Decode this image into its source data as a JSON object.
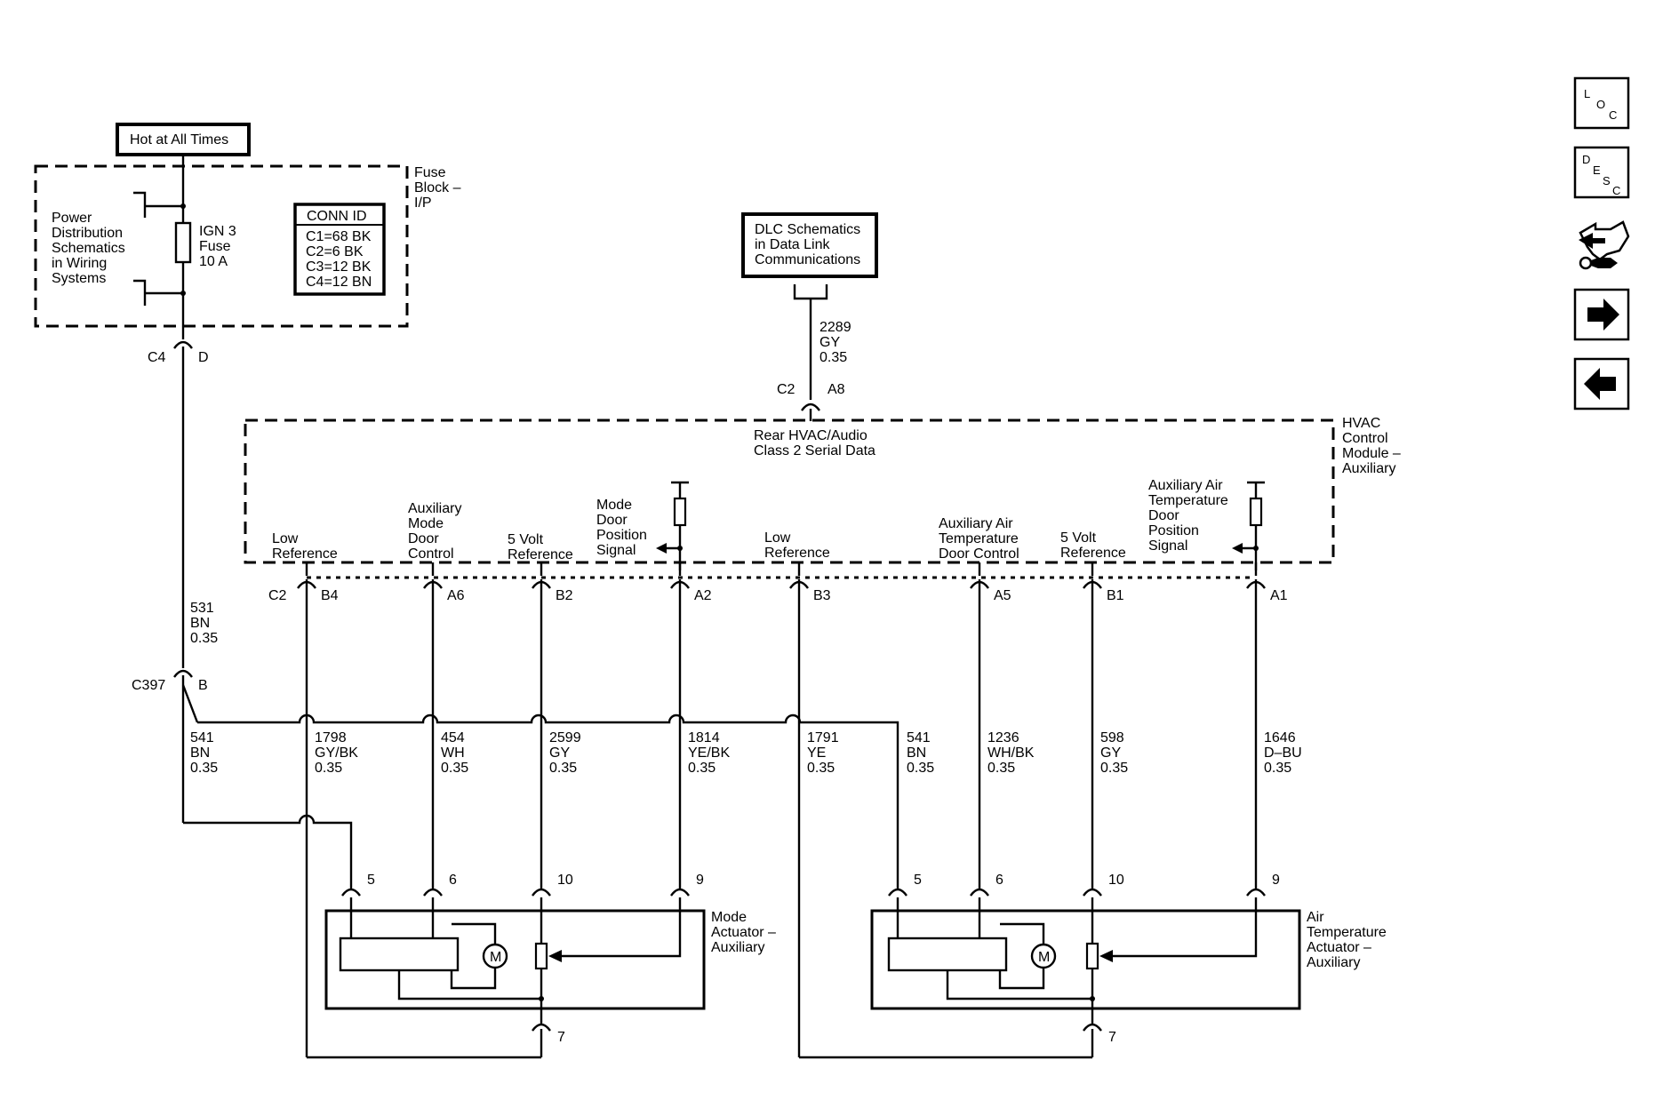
{
  "labels": {
    "hot_at_all_times": "Hot at All Times",
    "fuse_block": [
      "Fuse",
      "Block –",
      "I/P"
    ],
    "power_distribution": [
      "Power",
      "Distribution",
      "Schematics",
      "in Wiring",
      "Systems"
    ],
    "fuse": [
      "IGN 3",
      "Fuse",
      "10 A"
    ],
    "conn_id_title": "CONN ID",
    "conn_id_rows": [
      "C1=68 BK",
      "C2=6 BK",
      "C3=12 BK",
      "C4=12 BN"
    ],
    "dlc": [
      "DLC Schematics",
      "in Data Link",
      "Communications"
    ],
    "module_name": [
      "HVAC",
      "Control",
      "Module –",
      "Auxiliary"
    ],
    "serial_data": [
      "Rear HVAC/Audio",
      "Class 2 Serial Data"
    ],
    "mode_actuator": [
      "Mode",
      "Actuator –",
      "Auxiliary"
    ],
    "air_actuator": [
      "Air",
      "Temperature",
      "Actuator –",
      "Auxiliary"
    ],
    "motor": "M"
  },
  "connectors": {
    "c4": "C4",
    "c4_pin": "D",
    "c2_top": "C2",
    "c2_top_pin": "A8",
    "c2_bottom": "C2",
    "c397": "C397",
    "c397_pin": "B"
  },
  "circuits": {
    "dlc_wire": [
      "2289",
      "GY",
      "0.35"
    ],
    "wire_531": [
      "531",
      "BN",
      "0.35"
    ],
    "wire_541_left": [
      "541",
      "BN",
      "0.35"
    ],
    "wire_541_right": [
      "541",
      "BN",
      "0.35"
    ]
  },
  "signals": [
    {
      "pin": "B4",
      "label": [
        "Low",
        "Reference"
      ],
      "wire": [
        "1798",
        "GY/BK",
        "0.35"
      ]
    },
    {
      "pin": "A6",
      "label": [
        "Auxiliary",
        "Mode",
        "Door",
        "Control"
      ],
      "wire": [
        "454",
        "WH",
        "0.35"
      ]
    },
    {
      "pin": "B2",
      "label": [
        "5 Volt",
        "Reference"
      ],
      "wire": [
        "2599",
        "GY",
        "0.35"
      ]
    },
    {
      "pin": "A2",
      "label": [
        "Mode",
        "Door",
        "Position",
        "Signal"
      ],
      "wire": [
        "1814",
        "YE/BK",
        "0.35"
      ]
    },
    {
      "pin": "B3",
      "label": [
        "Low",
        "Reference"
      ],
      "wire": [
        "1791",
        "YE",
        "0.35"
      ]
    },
    {
      "pin": "A5",
      "label": [
        "Auxiliary Air",
        "Temperature",
        "Door Control"
      ],
      "wire": [
        "1236",
        "WH/BK",
        "0.35"
      ]
    },
    {
      "pin": "B1",
      "label": [
        "5 Volt",
        "Reference"
      ],
      "wire": [
        "598",
        "GY",
        "0.35"
      ]
    },
    {
      "pin": "A1",
      "label": [
        "Auxiliary Air",
        "Temperature",
        "Door",
        "Position",
        "Signal"
      ],
      "wire": [
        "1646",
        "D–BU",
        "0.35"
      ]
    }
  ],
  "actuator_pins": {
    "mode": [
      "5",
      "6",
      "10",
      "9",
      "7"
    ],
    "air": [
      "5",
      "6",
      "10",
      "9",
      "7"
    ]
  },
  "nav": {
    "loc": [
      "L",
      "O",
      "C"
    ],
    "desc": [
      "D",
      "E",
      "S",
      "C"
    ]
  }
}
